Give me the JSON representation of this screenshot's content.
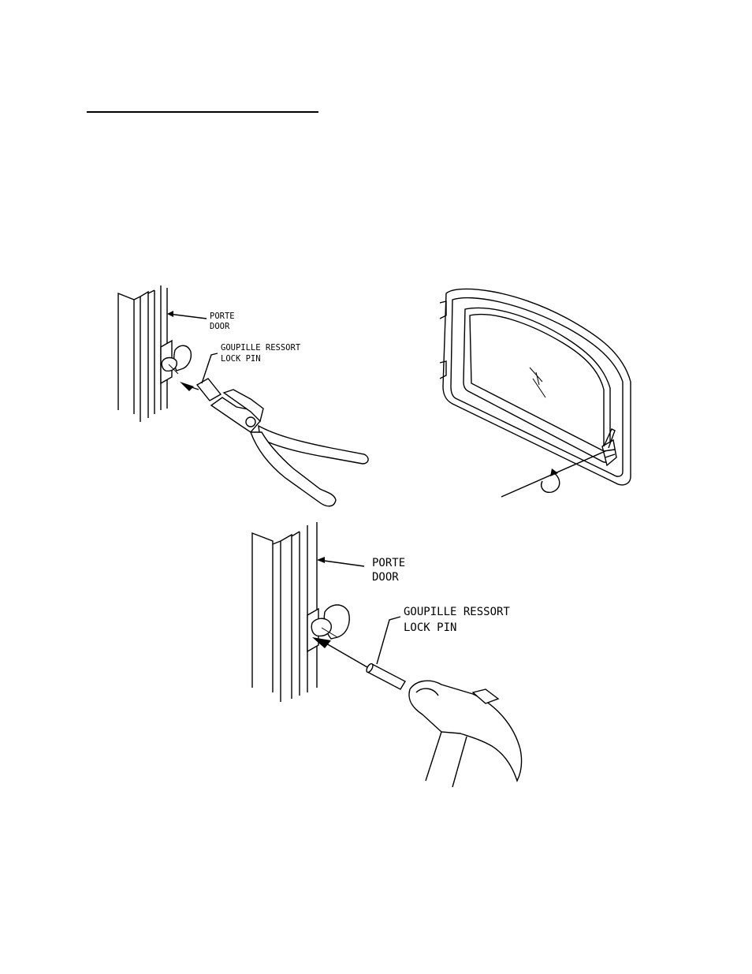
{
  "labels": {
    "door_fr": "PORTE",
    "door_en": "DOOR",
    "pin_fr": "GOUPILLE RESSORT",
    "pin_en": "LOCK PIN"
  },
  "icons": [
    "door-frame-icon",
    "pliers-icon",
    "hammer-icon",
    "glass-door-icon",
    "lock-pin-icon"
  ],
  "colors": {
    "ink": "#000000",
    "paper": "#ffffff"
  }
}
